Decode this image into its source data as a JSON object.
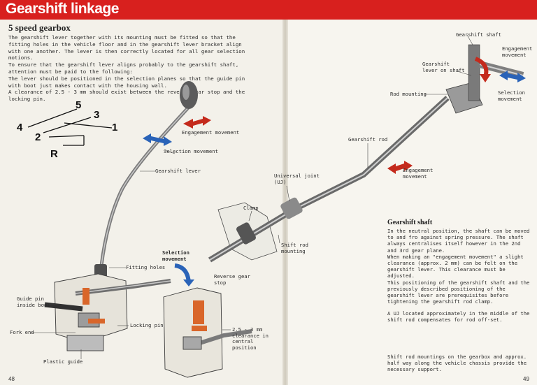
{
  "header": {
    "title": "Gearshift linkage"
  },
  "left_page": {
    "subtitle": "5 speed gearbox",
    "intro": [
      "The gearshift lever together with its mounting must be fitted so that the fitting holes in the vehicle floor and in the gearshift lever bracket align with one another. The lever is then correctly located for all gear selection motions.",
      "To ensure that the gearshift lever aligns probably to the gearshift shaft, attention must be paid to the following:",
      "The lever should be positioned in the selection planes so that the guide pin with boot just makes contact with the housing wall.",
      "A clearance of 2.5 - 3 mm should exist between the reverse gear stop and the locking pin."
    ],
    "shift_pattern": [
      "5",
      "3",
      "4",
      "1",
      "2",
      "R"
    ],
    "labels": {
      "engagement_movement": "Engagement movement",
      "selection_movement": "Selection movement",
      "gearshift_lever": "Gearshift lever",
      "selection_movement_bold": "Selection movement",
      "fitting_holes": "Fitting holes",
      "reverse_gear_stop": "Reverse gear stop",
      "guide_pin": "Guide pin inside boot",
      "fork_end": "Fork end",
      "locking_pin": "Locking pin",
      "clearance": "2.5 - 3 mm clearance in central position",
      "plastic_guide": "Plastic guide"
    },
    "page_number": "48"
  },
  "right_page": {
    "labels": {
      "gearshift_shaft": "Gearshift shaft",
      "engagement_movement_top": "Engagement movement",
      "gearshift_lever_on_shaft": "Gearshift lever on shaft",
      "rod_mounting": "Rod mounting",
      "selection_movement": "Selection movement",
      "gearshift_rod": "Gearshift rod",
      "universal_joint": "Universal joint (UJ)",
      "engagement_movement_mid": "Engagement movement",
      "clamp": "Clamp",
      "shift_rod_mounting": "Shift rod mounting"
    },
    "section_title": "Gearshift shaft",
    "body": [
      "In the neutral position, the shaft can be moved to and fro against spring pressure. The shaft always centralises itself however in the 2nd and 3rd gear plane.",
      "When making an \"engagement movement\" a slight clearance (approx. 2 mm) can be felt on the gearshift lever. This clearance must be adjusted.",
      "This positioning of the gearshift shaft and the previously described positioning of the gearshift lever are prerequisites before tightening the gearshift rod clamp."
    ],
    "uj_note": "A UJ located approximately in the middle of the shift rod compensates for rod off-set.",
    "mount_note": "Shift rod mountings on the gearbox and approx. half way along the vehicle chassis provide the necessary support.",
    "page_number": "49"
  },
  "colors": {
    "header_red": "#d8201e",
    "arrow_red": "#c42a1c",
    "arrow_blue": "#2a63b8",
    "part_orange": "#d9662a",
    "metal_gray": "#8e8e8e"
  },
  "icons": [
    "double-arrow-red",
    "double-arrow-blue",
    "curved-arrow-blue",
    "curved-arrow-red"
  ]
}
